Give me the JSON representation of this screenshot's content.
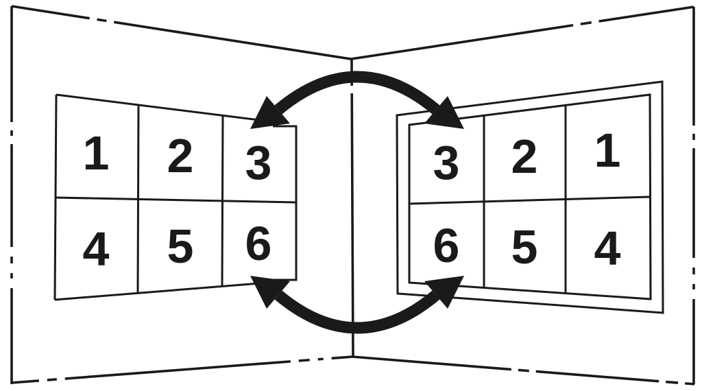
{
  "colors": {
    "ink": "#1a1a1a",
    "background": "#ffffff"
  },
  "left_wall": {
    "panels": [
      "1",
      "2",
      "3",
      "4",
      "5",
      "6"
    ]
  },
  "right_wall": {
    "panels": [
      "3",
      "2",
      "1",
      "6",
      "5",
      "4"
    ]
  },
  "icons": {
    "top_arrow": "double-headed-swap-arrow",
    "bottom_arrow": "double-headed-swap-arrow"
  }
}
